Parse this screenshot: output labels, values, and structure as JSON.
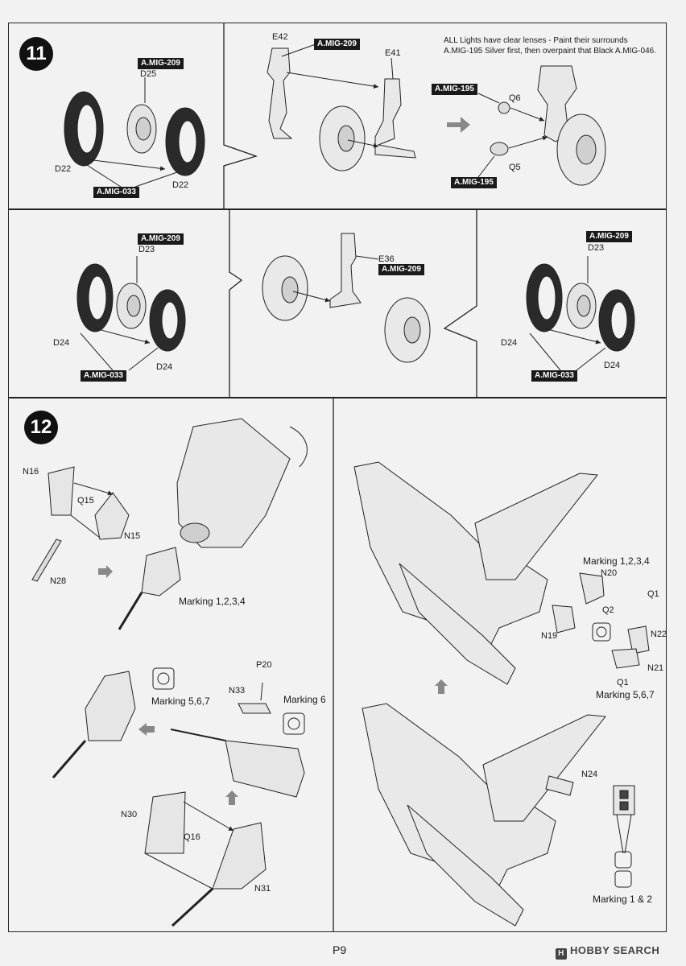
{
  "steps": {
    "step11": "11",
    "step12": "12"
  },
  "paints": {
    "gray": "A.MIG-209",
    "black": "A.MIG-033",
    "silver": "A.MIG-195"
  },
  "parts": {
    "D22": "D22",
    "D23": "D23",
    "D24": "D24",
    "D25": "D25",
    "E36": "E36",
    "E41": "E41",
    "E42": "E42",
    "N15": "N15",
    "N16": "N16",
    "N19": "N19",
    "N20": "N20",
    "N21": "N21",
    "N22": "N22",
    "N24": "N24",
    "N28": "N28",
    "N30": "N30",
    "N31": "N31",
    "N33": "N33",
    "P20": "P20",
    "Q1": "Q1",
    "Q2": "Q2",
    "Q5": "Q5",
    "Q6": "Q6",
    "Q15": "Q15",
    "Q16": "Q16"
  },
  "notes": {
    "lights_line1": "ALL Lights have clear lenses - Paint their surrounds",
    "lights_line2": "A.MIG-195 Silver first, then overpaint that Black A.MIG-046."
  },
  "markings": {
    "m1234": "Marking 1,2,3,4",
    "m567": "Marking 5,6,7",
    "m6": "Marking 6",
    "m12": "Marking 1 & 2"
  },
  "footer": {
    "page": "P9",
    "brand": "HOBBY SEARCH",
    "brand_logo": "H"
  },
  "colors": {
    "ink": "#1a1a1a",
    "paper": "#f2f2f3"
  }
}
